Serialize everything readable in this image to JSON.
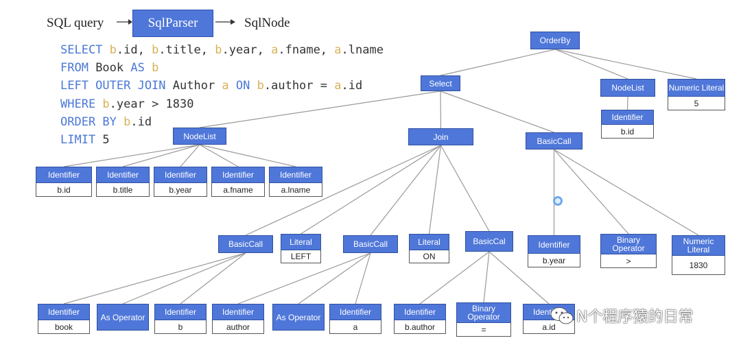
{
  "pipeline": {
    "input": "SQL query",
    "parser": "SqlParser",
    "output": "SqlNode"
  },
  "sql_lines": [
    [
      [
        "kw",
        "SELECT "
      ],
      [
        "al",
        "b"
      ],
      [
        "t",
        ".id, "
      ],
      [
        "al",
        "b"
      ],
      [
        "t",
        ".title, "
      ],
      [
        "al",
        "b"
      ],
      [
        "t",
        ".year, "
      ],
      [
        "al",
        "a"
      ],
      [
        "t",
        ".fname, "
      ],
      [
        "al",
        "a"
      ],
      [
        "t",
        ".lname"
      ]
    ],
    [
      [
        "kw",
        "FROM "
      ],
      [
        "t",
        "Book "
      ],
      [
        "kw",
        "AS "
      ],
      [
        "al",
        "b"
      ]
    ],
    [
      [
        "kw",
        "LEFT OUTER JOIN "
      ],
      [
        "t",
        "Author "
      ],
      [
        "al",
        "a "
      ],
      [
        "kw",
        "ON "
      ],
      [
        "al",
        "b"
      ],
      [
        "t",
        ".author = "
      ],
      [
        "al",
        "a"
      ],
      [
        "t",
        ".id"
      ]
    ],
    [
      [
        "kw",
        "WHERE "
      ],
      [
        "al",
        "b"
      ],
      [
        "t",
        ".year > 1830"
      ]
    ],
    [
      [
        "kw",
        "ORDER BY "
      ],
      [
        "al",
        "b"
      ],
      [
        "t",
        ".id"
      ]
    ],
    [
      [
        "kw",
        "LIMIT "
      ],
      [
        "t",
        "5"
      ]
    ]
  ],
  "nodes": {
    "orderby": {
      "label": "OrderBy"
    },
    "select": {
      "label": "Select"
    },
    "ob_nodelist": {
      "label": "NodeList"
    },
    "ob_literal": {
      "label": "Numeric Literal",
      "value": "5"
    },
    "ob_ident": {
      "label": "Identifier",
      "value": "b.id"
    },
    "sel_nodelist": {
      "label": "NodeList"
    },
    "join": {
      "label": "Join"
    },
    "where_call": {
      "label": "BasicCall"
    },
    "id_bid": {
      "label": "Identifier",
      "value": "b.id"
    },
    "id_btitle": {
      "label": "Identifier",
      "value": "b.title"
    },
    "id_byear": {
      "label": "Identifier",
      "value": "b.year"
    },
    "id_afname": {
      "label": "Identifier",
      "value": "a.fname"
    },
    "id_alname": {
      "label": "Identifier",
      "value": "a.lname"
    },
    "j_call1": {
      "label": "BasicCall"
    },
    "j_lit_left": {
      "label": "Literal",
      "value": "LEFT"
    },
    "j_call2": {
      "label": "BasicCall"
    },
    "j_lit_on": {
      "label": "Literal",
      "value": "ON"
    },
    "j_call3": {
      "label": "BasicCal"
    },
    "w_ident": {
      "label": "Identifier",
      "value": "b.year"
    },
    "w_op": {
      "label": "Binary Operator",
      "value": ">"
    },
    "w_lit": {
      "label": "Numeric Literal",
      "value": "1830"
    },
    "c1_ident": {
      "label": "Identifier",
      "value": "book"
    },
    "c1_as": {
      "label": "As Operator"
    },
    "c1_b": {
      "label": "Identifier",
      "value": "b"
    },
    "c2_ident": {
      "label": "Identifier",
      "value": "author"
    },
    "c2_as": {
      "label": "As Operator"
    },
    "c2_a": {
      "label": "Identifier",
      "value": "a"
    },
    "c3_ident": {
      "label": "Identifier",
      "value": "b.author"
    },
    "c3_op": {
      "label": "Binary Operator",
      "value": "="
    },
    "c3_aid": {
      "label": "Identifier",
      "value": "a.id"
    }
  },
  "edges": [
    [
      "orderby",
      "select"
    ],
    [
      "orderby",
      "ob_nodelist"
    ],
    [
      "orderby",
      "ob_literal"
    ],
    [
      "ob_nodelist",
      "ob_ident"
    ],
    [
      "select",
      "sel_nodelist"
    ],
    [
      "select",
      "join"
    ],
    [
      "select",
      "where_call"
    ],
    [
      "sel_nodelist",
      "id_bid"
    ],
    [
      "sel_nodelist",
      "id_btitle"
    ],
    [
      "sel_nodelist",
      "id_byear"
    ],
    [
      "sel_nodelist",
      "id_afname"
    ],
    [
      "sel_nodelist",
      "id_alname"
    ],
    [
      "join",
      "j_call1"
    ],
    [
      "join",
      "j_lit_left"
    ],
    [
      "join",
      "j_call2"
    ],
    [
      "join",
      "j_lit_on"
    ],
    [
      "join",
      "j_call3"
    ],
    [
      "where_call",
      "w_ident"
    ],
    [
      "where_call",
      "w_op"
    ],
    [
      "where_call",
      "w_lit"
    ],
    [
      "j_call1",
      "c1_ident"
    ],
    [
      "j_call1",
      "c1_as"
    ],
    [
      "j_call1",
      "c1_b"
    ],
    [
      "j_call2",
      "c2_ident"
    ],
    [
      "j_call2",
      "c2_as"
    ],
    [
      "j_call2",
      "c2_a"
    ],
    [
      "j_call3",
      "c3_ident"
    ],
    [
      "j_call3",
      "c3_op"
    ],
    [
      "j_call3",
      "c3_aid"
    ]
  ],
  "watermark": {
    "text": "N个程序猿的日常",
    "icon": "wechat-icon"
  },
  "colors": {
    "node_fill": "#4f77d9",
    "keyword": "#4a78d6",
    "alias": "#d8b256",
    "line": "#999999"
  }
}
